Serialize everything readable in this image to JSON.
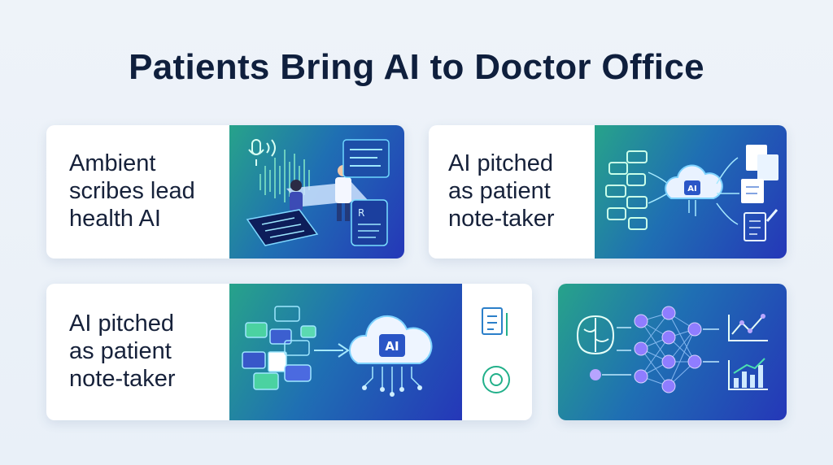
{
  "title": "Patients Bring AI to Doctor Office",
  "cards": [
    {
      "lines": [
        "Ambient",
        "scribes lead",
        "health AI"
      ],
      "icon": "doctor-consultation-scene"
    },
    {
      "lines": [
        "AI pitched",
        "as patient",
        "note-taker"
      ],
      "icon": "ai-cloud-documents"
    },
    {
      "lines": [
        "AI pitched",
        "as patient",
        "note-taker"
      ],
      "icon": "chat-to-ai-cloud",
      "badge": "AI"
    },
    {
      "lines": [],
      "icon": "brain-neural-network-chart"
    }
  ],
  "chip_label": "AI"
}
